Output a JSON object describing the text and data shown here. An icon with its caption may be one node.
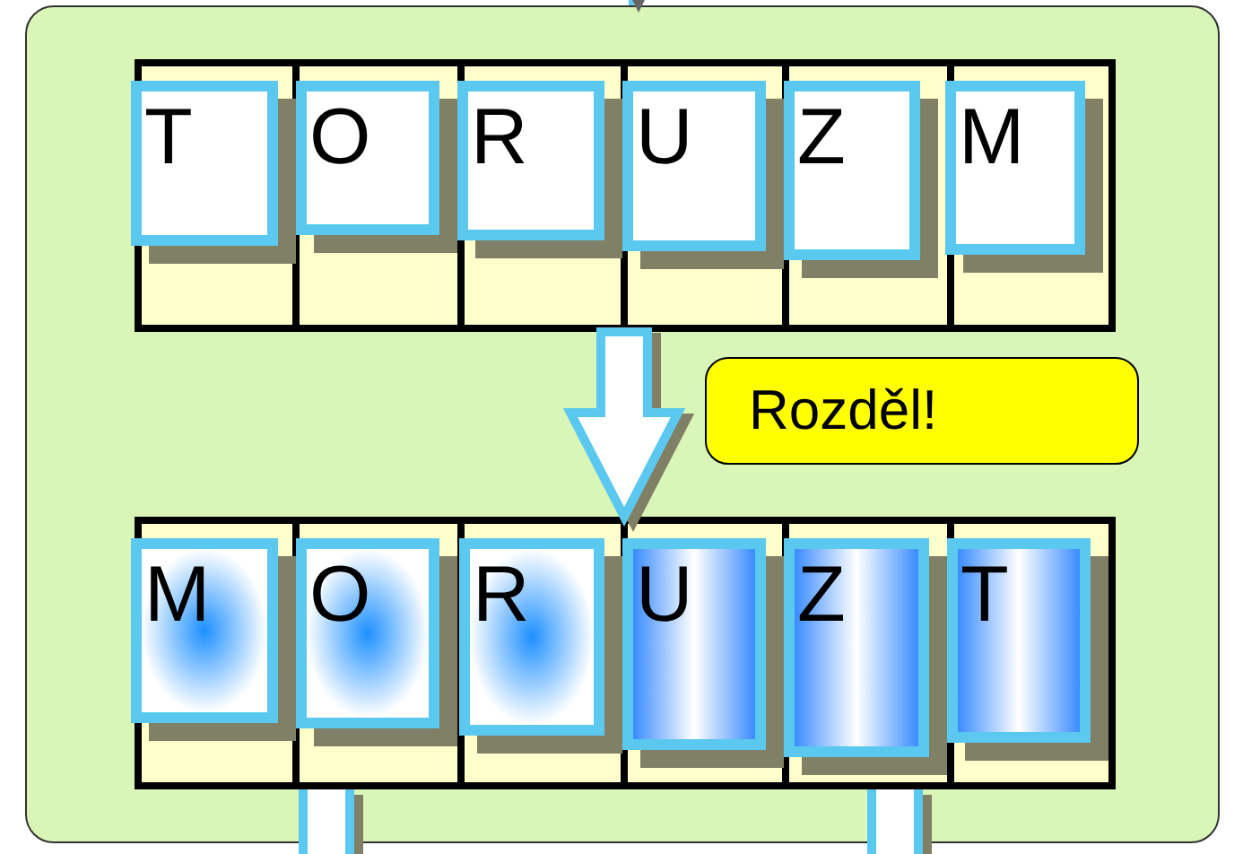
{
  "diagram": {
    "nodes": [
      {
        "text": [],
        "shape": "box"
      },
      {
        "text": [],
        "shape": "box",
        "in": 0
      },
      {
        "text": [
          "T"
        ],
        "in": 1
      },
      {
        "text": [
          "O"
        ],
        "in": 1
      },
      {
        "text": [
          "R"
        ],
        "in": 1
      },
      {
        "text": [
          "U"
        ],
        "in": 1
      },
      {
        "text": [
          "Z"
        ],
        "in": 1
      },
      {
        "text": [
          "M"
        ],
        "in": 1
      },
      {
        "text": [
          "Rozděl!"
        ],
        "in": 0
      },
      {
        "text": [],
        "shape": "box",
        "in": 0
      },
      {
        "text": [
          "M"
        ],
        "in": 9
      },
      {
        "text": [
          "O"
        ],
        "in": 9
      },
      {
        "text": [
          "R"
        ],
        "in": 9
      },
      {
        "text": [
          "U"
        ],
        "in": 9
      },
      {
        "text": [
          "Z"
        ],
        "in": 9
      },
      {
        "text": [
          "T"
        ],
        "in": 9
      }
    ],
    "edges": [
      {
        "from": null,
        "to": 0,
        "arrow": "to"
      },
      {
        "from": 1,
        "to": 9,
        "arrow": "to"
      },
      {
        "from": 9,
        "to": null,
        "arrow": "none"
      },
      {
        "from": 9,
        "to": null,
        "arrow": "none"
      }
    ]
  }
}
